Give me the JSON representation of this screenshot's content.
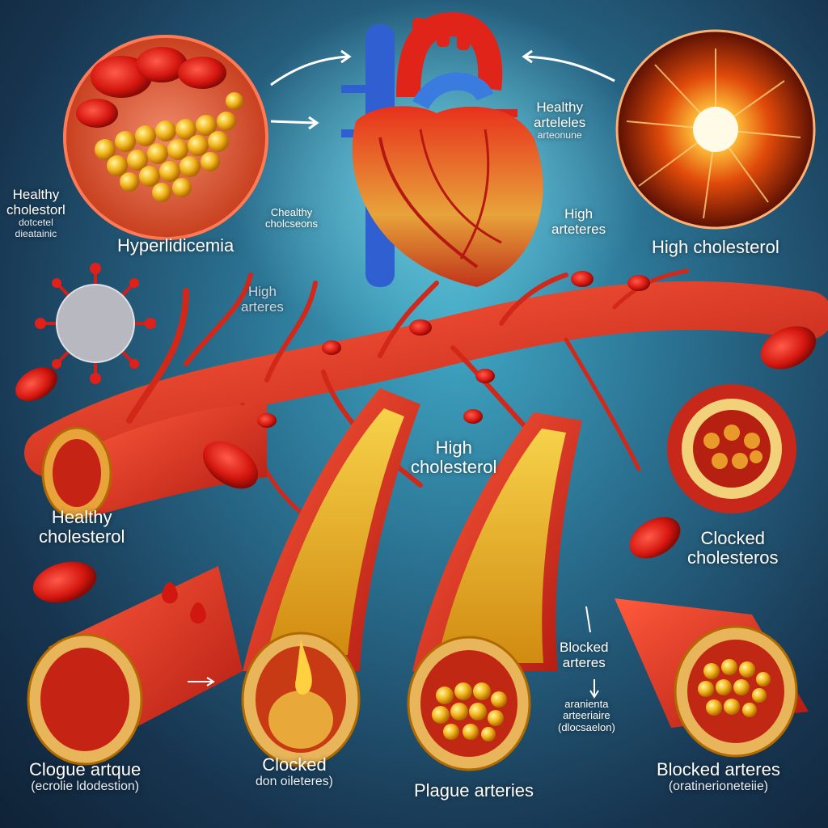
{
  "labels": {
    "top_left_caption": {
      "line1": "Healthy",
      "line2": "cholestorl",
      "line3": "dotcetel",
      "line4": "dieatainic"
    },
    "hyperlipidemia": "Hyperlidicemia",
    "center_left_small": {
      "line1": "Chealthy",
      "line2": "cholcseons"
    },
    "top_right_small": {
      "line1": "Healthy",
      "line2": "arteleles",
      "line3": "arteonune"
    },
    "high_arteries_right": {
      "line1": "High",
      "line2": "arteteres"
    },
    "high_cholesterol_right": "High cholesterol",
    "high_arteries_mid": {
      "line1": "High",
      "line2": "arteres"
    },
    "high_cholesterol_center": {
      "line1": "High",
      "line2": "cholesterol"
    },
    "healthy_cholesterol_left": {
      "line1": "Healthy",
      "line2": "cholesterol"
    },
    "clocked_cholesteros": {
      "line1": "Clocked",
      "line2": "cholesteros"
    },
    "blocked_arteres_mid": {
      "line1": "Blocked",
      "line2": "arteres"
    },
    "blocked_small_right": {
      "line1": "aranienta",
      "line2": "arteeriaire",
      "line3": "(dlocsaelon)"
    },
    "bottom_1": {
      "title": "Clogue artque",
      "sub": "(ecrolie ldodestion)"
    },
    "bottom_2": {
      "title": "Clocked",
      "sub": "don oileteres)"
    },
    "bottom_3": {
      "title": "Plague arteries"
    },
    "bottom_4": {
      "title": "Blocked arteres",
      "sub": "(oratinerioneteiie)"
    }
  }
}
